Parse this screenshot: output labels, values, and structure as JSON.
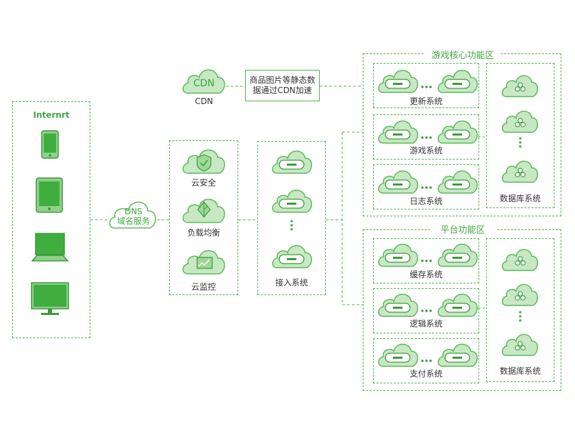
{
  "internet": {
    "label": "Internrt"
  },
  "dns": {
    "line1": "DNS",
    "line2": "域名服务"
  },
  "cdn": {
    "cloud_label": "CDN",
    "caption": "CDN",
    "note_line1": "商品图片等静态数",
    "note_line2": "据通过CDN加速"
  },
  "security_group": {
    "items": [
      {
        "label": "云安全"
      },
      {
        "label": "负载均衡"
      },
      {
        "label": "云监控"
      }
    ]
  },
  "access": {
    "label": "接入系统"
  },
  "game_zone": {
    "title": "游戏核心功能区",
    "systems": [
      {
        "label": "更新系统"
      },
      {
        "label": "游戏系统"
      },
      {
        "label": "日志系统"
      }
    ],
    "db_label": "数据库系统"
  },
  "platform_zone": {
    "title": "平台功能区",
    "systems": [
      {
        "label": "缓存系统"
      },
      {
        "label": "逻辑系统"
      },
      {
        "label": "支付系统"
      }
    ],
    "db_label": "数据库系统"
  },
  "colors": {
    "green": "#4bb04b",
    "cloud_fill": "#c7e8c3",
    "cloud_stroke": "#5cb85c",
    "dark_green": "#3a9a3a"
  }
}
